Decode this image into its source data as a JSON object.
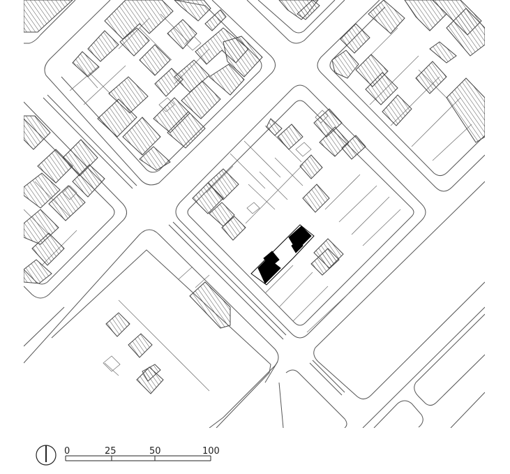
{
  "map": {
    "type": "site-plan",
    "colors": {
      "background": "#ffffff",
      "line": "#555555",
      "hatch": "#555555",
      "highlight": "#000000"
    },
    "highlight_building": "project-site"
  },
  "scale_bar": {
    "labels": [
      "0",
      "25",
      "50",
      "100"
    ],
    "values": [
      0,
      25,
      50,
      100
    ]
  },
  "north_arrow": {
    "icon": "north-arrow-icon"
  }
}
